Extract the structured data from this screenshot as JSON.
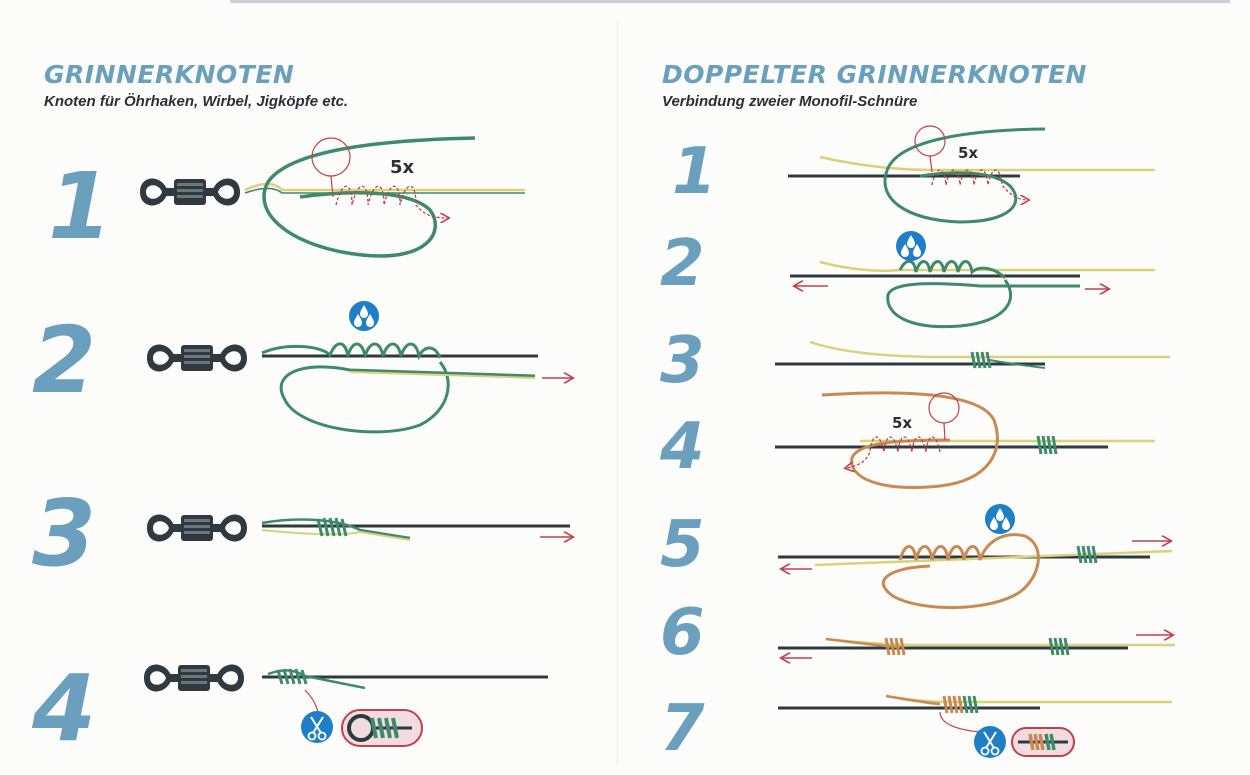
{
  "left": {
    "title": "GRINNERKNOTEN",
    "subtitle": "Knoten für Öhrhaken, Wirbel, Jigköpfe etc.",
    "steps": [
      "1",
      "2",
      "3",
      "4"
    ],
    "turns_label": "5x"
  },
  "right": {
    "title": "DOPPELTER GRINNERKNOTEN",
    "subtitle": "Verbindung zweier Monofil-Schnüre",
    "steps": [
      "1",
      "2",
      "3",
      "4",
      "5",
      "6",
      "7"
    ],
    "turns_label": "5x"
  },
  "icons": [
    "swivel-icon",
    "water-drops-icon",
    "scissors-icon",
    "magnifier-icon"
  ],
  "colors": {
    "heading": "#6a9fbd",
    "line_dark": "#2f3a40",
    "line_green": "#3f8a6a",
    "line_yellow": "#d8d27a",
    "line_orange": "#c88a52",
    "arrow": "#c0404e",
    "badge": "#1f7fc6"
  }
}
